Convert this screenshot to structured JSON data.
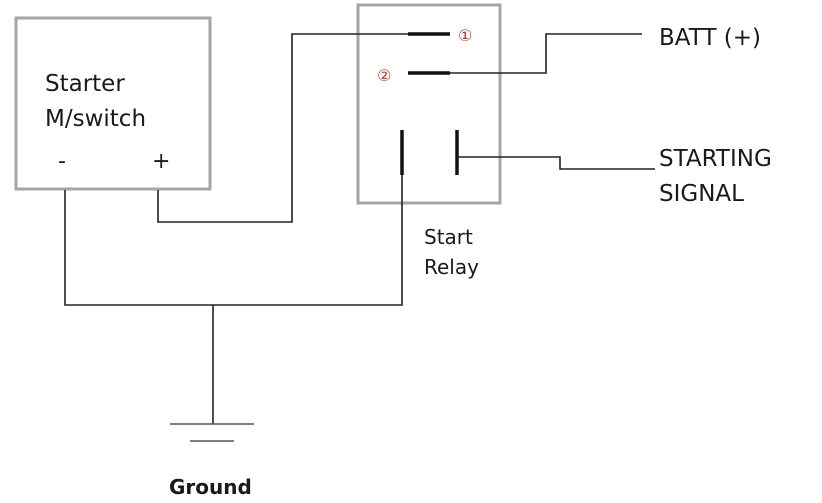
{
  "starter": {
    "line1": "Starter",
    "line2": "M/switch",
    "minus": "-",
    "plus": "+"
  },
  "relay": {
    "pin1": "①",
    "pin2": "②",
    "label_line1": "Start",
    "label_line2": "Relay"
  },
  "batt": "BATT (+)",
  "starting_signal": {
    "line1": "STARTING",
    "line2": "SIGNAL"
  },
  "ground": "Ground",
  "colors": {
    "box_border": "#a6a6a6",
    "pin_number": "#c0392b",
    "wire": "#222222"
  }
}
